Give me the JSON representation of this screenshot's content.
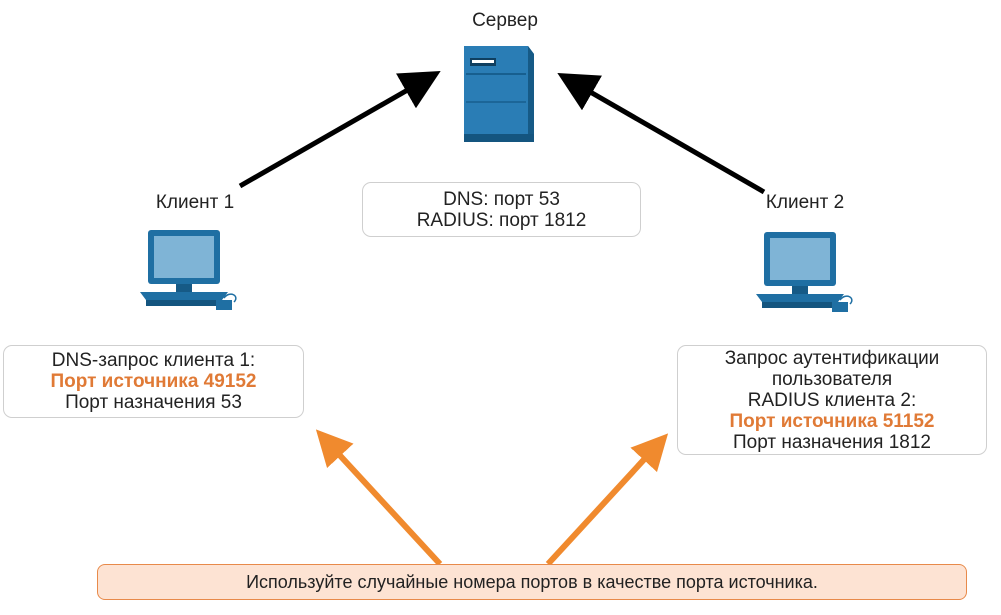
{
  "server": {
    "label": "Сервер"
  },
  "client1": {
    "label": "Клиент 1"
  },
  "client2": {
    "label": "Клиент 2"
  },
  "server_ports": {
    "line1": "DNS: порт 53",
    "line2": "RADIUS: порт 1812"
  },
  "client1_box": {
    "line1": "DNS-запрос клиента 1:",
    "line2": "Порт источника 49152",
    "line3": "Порт назначения 53"
  },
  "client2_box": {
    "line1": "Запрос аутентификации",
    "line2": "пользователя",
    "line3": "RADIUS клиента 2:",
    "line4": "Порт источника 51152",
    "line5": "Порт назначения 1812"
  },
  "note": {
    "text": "Используйте случайные номера портов в качестве порта источника."
  },
  "colors": {
    "accent": "#e07a36",
    "device": "#1f6fa3",
    "arrow_black": "#000000",
    "arrow_orange": "#f08a2e"
  },
  "icons": [
    "server-icon",
    "computer-icon"
  ]
}
